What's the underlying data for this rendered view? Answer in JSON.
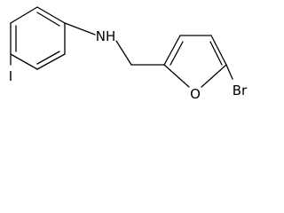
{
  "molecule": {
    "atoms": {
      "amine": "NH",
      "iodine": "I",
      "ring_oxygen": "O",
      "bromine": "Br"
    }
  }
}
